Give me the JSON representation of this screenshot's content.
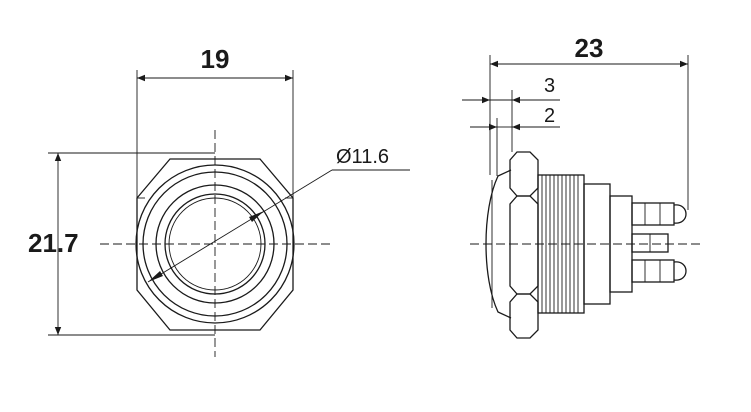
{
  "front_view": {
    "width_label": "19",
    "height_label": "21.7",
    "diameter_label": "Ø11.6"
  },
  "side_view": {
    "length_label": "23",
    "dim_a_label": "3",
    "dim_b_label": "2"
  }
}
